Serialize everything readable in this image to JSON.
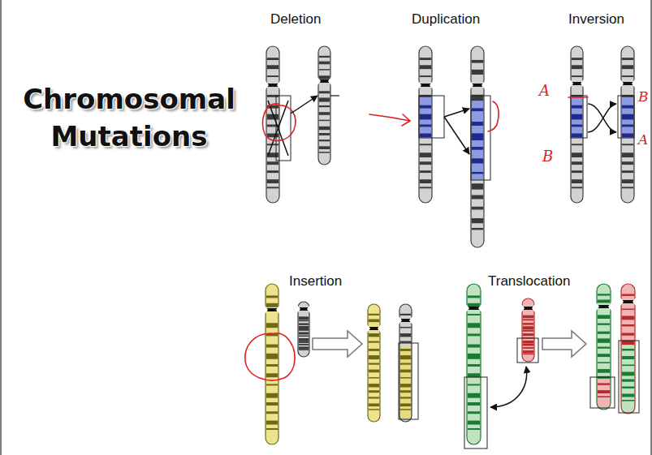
{
  "diagram": {
    "title": "Chromosomal Mutations",
    "labels": [
      "Deletion",
      "Duplication",
      "Inversion",
      "A",
      "B",
      "B",
      "A",
      "Insertion",
      "Translocation"
    ]
  }
}
